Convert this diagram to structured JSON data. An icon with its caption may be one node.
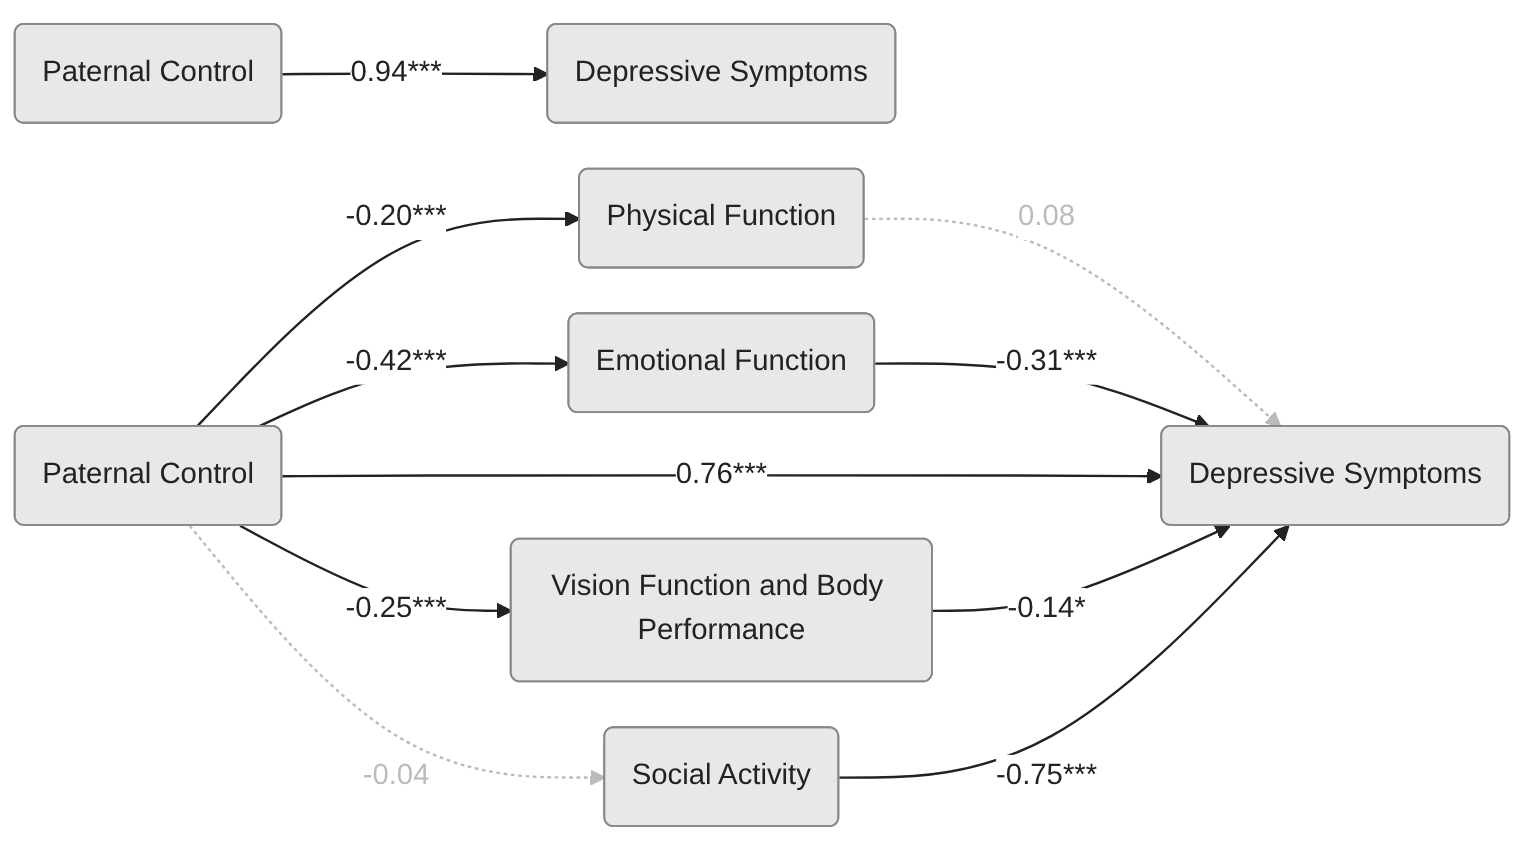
{
  "diagram": {
    "nodes": [
      {
        "text": [
          "Paternal Control"
        ]
      },
      {
        "text": [
          "Depressive Symptoms"
        ]
      },
      {
        "text": [
          "Physical Function"
        ]
      },
      {
        "text": [
          "Emotional Function"
        ]
      },
      {
        "text": [
          "Paternal Control"
        ]
      },
      {
        "text": [
          "Depressive Symptoms"
        ]
      },
      {
        "text": [
          "Vision Function and Body Performance"
        ]
      },
      {
        "text": [
          "Social Activity"
        ]
      }
    ],
    "edges": [
      {
        "from": 0,
        "to": 1,
        "arrow": "to",
        "label": "0.94***"
      },
      {
        "from": 4,
        "to": 2,
        "arrow": "to",
        "label": "-0.20***"
      },
      {
        "from": 2,
        "to": 5,
        "arrow": "to",
        "label": "0.08",
        "style": "dashed",
        "color": "#bbbbbb"
      },
      {
        "from": 4,
        "to": 3,
        "arrow": "to",
        "label": "-0.42***"
      },
      {
        "from": 3,
        "to": 5,
        "arrow": "to",
        "label": "-0.31***"
      },
      {
        "from": 4,
        "to": 5,
        "arrow": "to",
        "label": "0.76***"
      },
      {
        "from": 4,
        "to": 6,
        "arrow": "to",
        "label": "-0.25***"
      },
      {
        "from": 6,
        "to": 5,
        "arrow": "to",
        "label": "-0.14*"
      },
      {
        "from": 4,
        "to": 7,
        "arrow": "to",
        "label": "-0.04",
        "style": "dashed",
        "color": "#bbbbbb"
      },
      {
        "from": 7,
        "to": 5,
        "arrow": "to",
        "label": "-0.75***"
      }
    ]
  }
}
